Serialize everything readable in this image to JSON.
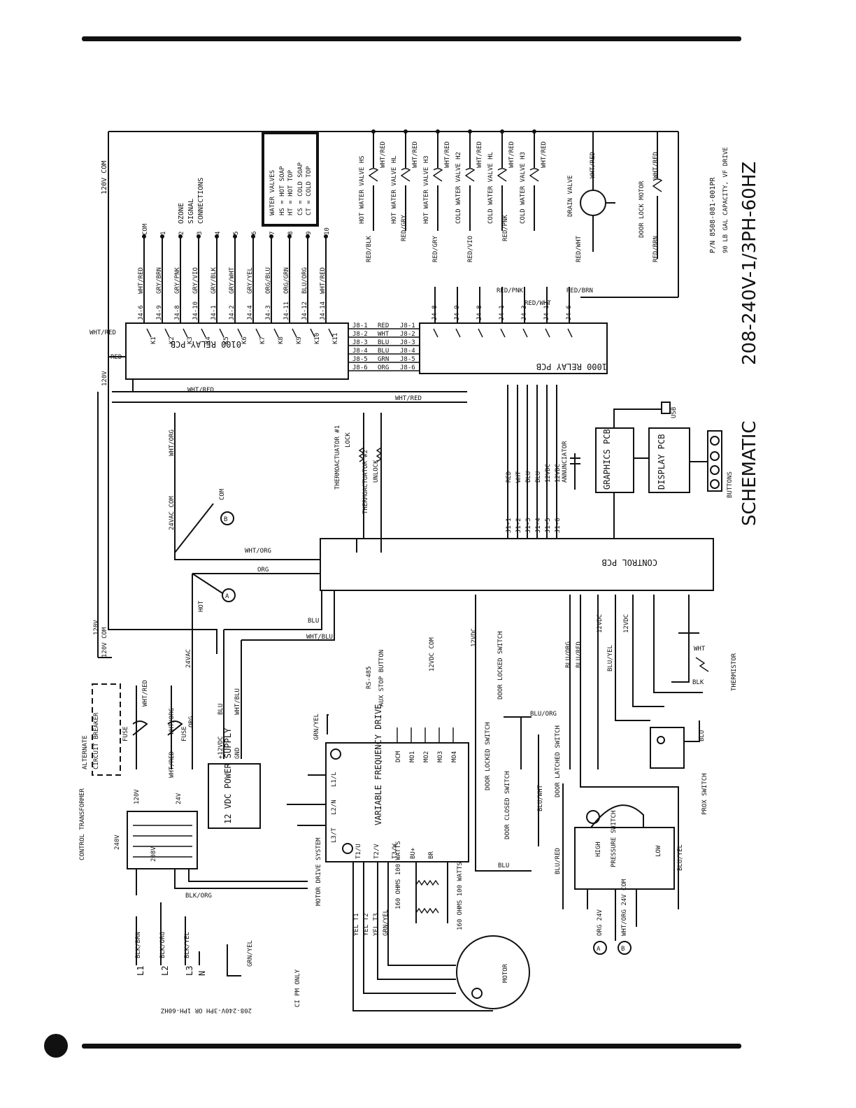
{
  "page": {
    "title": "SCHEMATIC",
    "model": "208-240V-1/3PH-60HZ",
    "part_number": "P/N 8508-081-001PR",
    "part_note": "90 LB GAL CAPACITY, VF DRIVE",
    "supply_note": "208-240V-3PH OR 1PH-60HZ"
  },
  "boards": {
    "relay_0100": "0100 RELAY PCB",
    "relay_1000": "1000 RELAY PCB",
    "control": "CONTROL PCB",
    "graphics": "GRAPHICS PCB",
    "display": "DISPLAY PCB",
    "vfd": "VARIABLE FREQUENCY DRIVE",
    "psu": "12 VDC POWER SUPPLY",
    "pressure": "PRESSURE SWITCH"
  },
  "legend": {
    "title": "WATER VALVES",
    "line1": "HS = HOT SOAP",
    "line2": "HT = HOT TOP",
    "line3": "CS = COLD SOAP",
    "line4": "CT = COLD TOP"
  },
  "labels": {
    "ozone": "OZONE",
    "signal": "SIGNAL",
    "connections": "CONNECTIONS",
    "v120_com_top": "120V COM",
    "v120_side": "120V",
    "v120_com_side": "120V COM",
    "v24vac_com": "24VAC COM",
    "v24vac": "24VAC",
    "annunciator": "ANNUNCIATOR",
    "buttons": "BUTTONS",
    "usb": "USB",
    "thermo1": "THERMOACTUATOR #1",
    "thermo2": "THERMOACTUATOR #2",
    "lock": "LOCK",
    "unlock": "UNLOCK",
    "thermistor": "THERMISTOR",
    "prox": "PROX SWITCH",
    "door_locked": "DOOR LOCKED SWITCH",
    "door_locked2": "DOOR LOCKED SWITCH",
    "door_latched": "DOOR LATCHED SWITCH",
    "door_closed": "DOOR CLOSED SWITCH",
    "aux_stop": "AUX STOP BUTTON",
    "rs485": "RS-485",
    "transformer": "CONTROL TRANSFORMER",
    "alternate": "ALTERNATE",
    "circuit_breaker": "CIRCUIT BREAKER",
    "fuse1": "FUSE",
    "fuse2": "FUSE",
    "motor_drive": "MOTOR DRIVE SYSTEM",
    "motor": "MOTOR",
    "ohms1": "160 OHMS 100 WATTS",
    "ohms2": "160 OHMS 100 WATTS",
    "ci_pm_only": "CI PM ONLY",
    "hot": "HOT",
    "com": "COM",
    "high": "HIGH",
    "low": "LOW",
    "drain_valve": "DRAIN VALVE",
    "door_lock_motor": "DOOR LOCK MOTOR",
    "org_24v": "ORG 24V",
    "wht_org_com": "WHT/ORG 24V COM",
    "l1": "L1",
    "l2": "L2",
    "l3": "L3",
    "n": "N"
  },
  "valves": [
    "HOT WATER VALVE HS",
    "HOT WATER VALVE HL",
    "HOT WATER VALVE H3",
    "COLD WATER VALVE H2",
    "COLD WATER VALVE HL",
    "COLD WATER VALVE H3"
  ],
  "ozone_signals": [
    "COM",
    "1",
    "2",
    "3",
    "4",
    "5",
    "6",
    "7",
    "8",
    "9",
    "10"
  ],
  "ozone_wires": [
    "WHT/RED",
    "GRY/BRN",
    "GRY/PNK",
    "GRY/VIO",
    "GRY/BLK",
    "GRY/WHT",
    "GRY/YEL",
    "ORG/BLU",
    "ORG/GRN",
    "BLU/ORG",
    "WHT/RED"
  ],
  "ozone_pins": [
    "J4-6",
    "J4-9",
    "J4-8",
    "J4-10",
    "J4-1",
    "J4-2",
    "J4-4",
    "J4-3",
    "J4-11",
    "J4-12",
    "J4-14"
  ],
  "ribbon": [
    {
      "pin": "J8-1",
      "color": "RED"
    },
    {
      "pin": "J8-2",
      "color": "WHT"
    },
    {
      "pin": "J8-3",
      "color": "BLU"
    },
    {
      "pin": "J8-4",
      "color": "BLU"
    },
    {
      "pin": "J8-5",
      "color": "GRN"
    },
    {
      "pin": "J8-6",
      "color": "ORG"
    }
  ],
  "control_pins_top": [
    "J1-1",
    "J1-2",
    "J1-3",
    "J1-4",
    "J1-5",
    "J1-6"
  ],
  "control_colors_top": [
    "RED",
    "WHT",
    "BLU",
    "BLU",
    "12VDC",
    "12VDC"
  ],
  "vfd_terminals_left": [
    "L1/L",
    "L2/N",
    "L3/T"
  ],
  "vfd_terminals_bottom": [
    "T1/U",
    "T2/V",
    "T3/W",
    "BU+",
    "BR"
  ],
  "vfd_terminals_top": [
    "DCM",
    "MO1",
    "MO2",
    "MO3",
    "MO4"
  ],
  "motor_wires": [
    "YEL T1",
    "YEL T2",
    "YEL T3",
    "GRN/YEL"
  ],
  "wire_labels": {
    "blk_brn": "BLK/BRN",
    "blk_org": "BLK/ORG",
    "blk_yel": "BLK/YEL",
    "grn_yel": "GRN/YEL",
    "wht_red": "WHT/RED",
    "wht_org": "WHT/ORG",
    "org": "ORG",
    "blu": "BLU",
    "wht_blu": "WHT/BLU",
    "blu_org": "BLU/ORG",
    "blu_red": "BLU/RED",
    "blu_yel": "BLU/YEL",
    "blu_wht": "BLU/WHT",
    "red_blk": "RED/BLK",
    "red_gry": "RED/GRY",
    "red_vio": "RED/VIO",
    "red_pnk": "RED/PNK",
    "red_brn": "RED/BRN",
    "red_wht": "RED/WHT",
    "blk": "BLK",
    "wht": "WHT"
  },
  "voltage_labels": {
    "v12": "12VDC",
    "v12b": "12VDC",
    "v12c": "12VDC",
    "vcom": "12VDC COM",
    "gnd": "GND",
    "plus12": "+12VDC",
    "v120": "120V",
    "v24": "24V",
    "v240": "240V",
    "v208": "208V"
  }
}
